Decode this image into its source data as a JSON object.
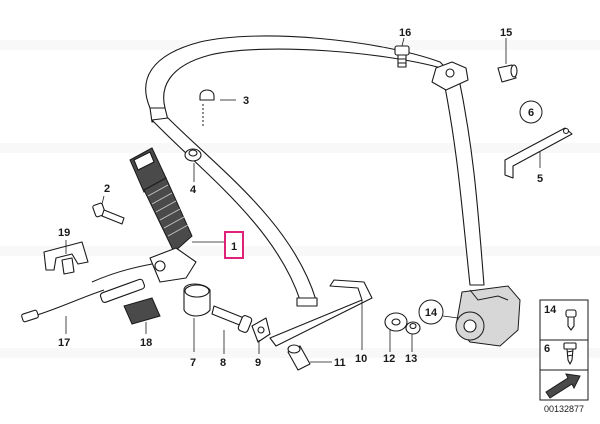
{
  "callouts": {
    "p1": "1",
    "p2": "2",
    "p3": "3",
    "p4": "4",
    "p5": "5",
    "p6": "6",
    "p7": "7",
    "p8": "8",
    "p9": "9",
    "p10": "10",
    "p11": "11",
    "p12": "12",
    "p13": "13",
    "p14": "14",
    "p15": "15",
    "p16": "16",
    "p17": "17",
    "p18": "18",
    "p19": "19"
  },
  "legend": {
    "item14": "14",
    "item6": "6"
  },
  "drawing_number": "00132877",
  "highlight_color": "#e0217a"
}
